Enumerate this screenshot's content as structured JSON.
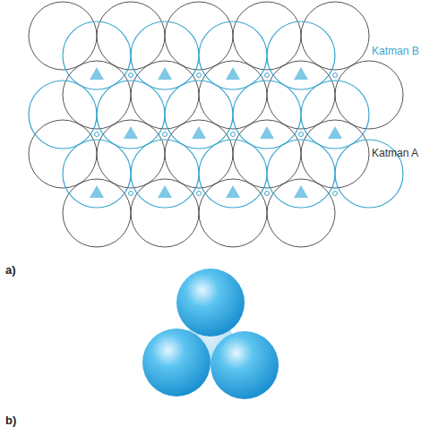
{
  "diagram": {
    "labels": [
      "Katman B",
      "Katman A",
      "a)",
      "b)"
    ]
  }
}
